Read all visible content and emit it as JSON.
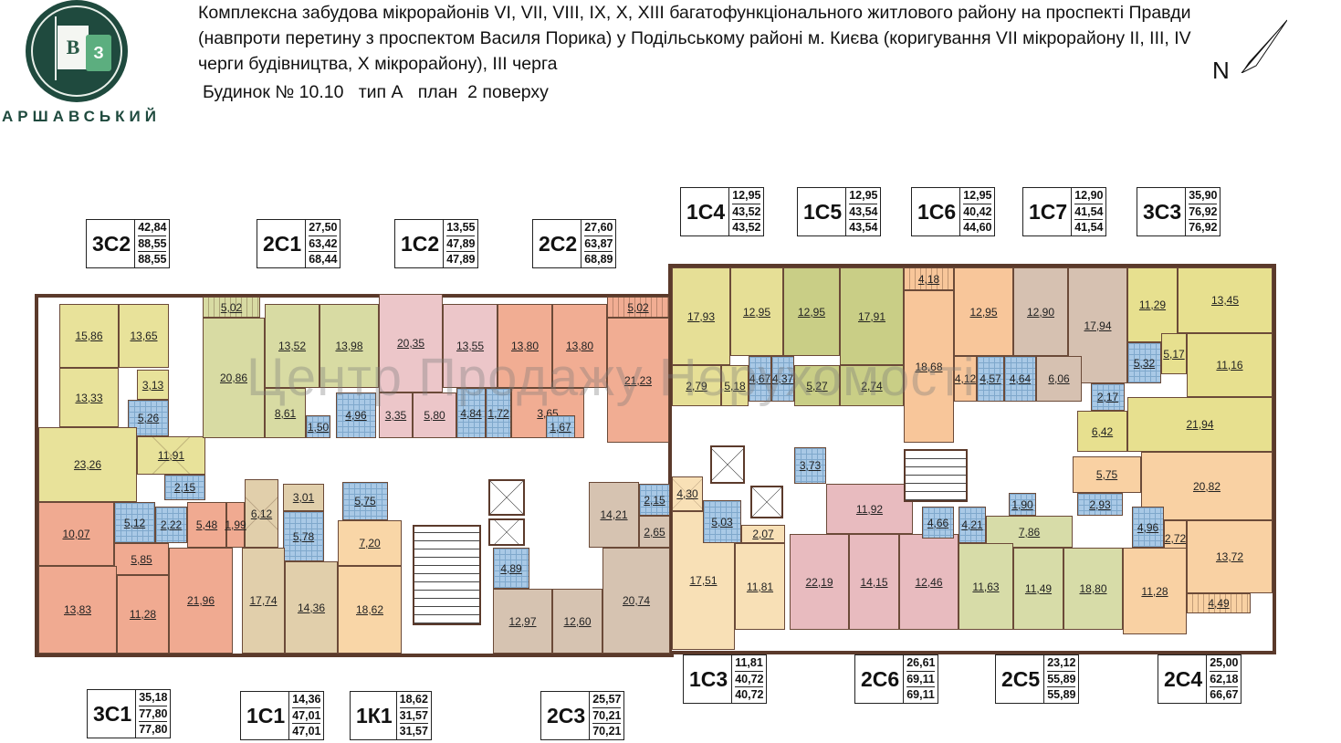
{
  "header": {
    "logo_letters": [
      "В",
      "З"
    ],
    "brand": "АРШАВСЬКИЙ",
    "title": "Комплексна забудова мікрорайонів VI, VII, VIII, IX, X, XIII багатофункціонального житлового району на проспекті Правди (навпроти перетину з проспектом Василя Порика) у Подільському районі м. Києва (коригування VII мікрорайону II, III, IV черги будівництва, X мікрорайону), III черга",
    "subtitle": "Будинок № 10.10   тип А   план  2 поверху",
    "compass_label": "N"
  },
  "watermark": "Центр Продажу Нерухомості",
  "colors": {
    "wall": "#5b3a2b",
    "bathroom": "#a9c9e6"
  },
  "apartments": [
    {
      "code": "3С2",
      "areas": [
        "42,84",
        "88,55",
        "88,55"
      ],
      "color": "#e8e29a",
      "rooms": [
        "15,86",
        "13,65",
        "13,33",
        "3,13",
        "5,26",
        "23,26",
        "11,91",
        "2,15"
      ]
    },
    {
      "code": "2С1",
      "areas": [
        "27,50",
        "63,42",
        "68,44"
      ],
      "color": "#d8dba3",
      "rooms": [
        "5,02",
        "20,86",
        "13,52",
        "13,98",
        "8,61",
        "1,50",
        "4,96"
      ]
    },
    {
      "code": "1С2",
      "areas": [
        "13,55",
        "47,89",
        "47,89"
      ],
      "color": "#ecc6c9",
      "rooms": [
        "20,35",
        "13,55",
        "3,35",
        "5,80",
        "4,84"
      ]
    },
    {
      "code": "2С2",
      "areas": [
        "27,60",
        "63,87",
        "68,89"
      ],
      "color": "#f1ad93",
      "rooms": [
        "13,80",
        "13,80",
        "1,72",
        "3,65",
        "1,67",
        "5,02",
        "21,23"
      ]
    },
    {
      "code": "1С4",
      "areas": [
        "12,95",
        "43,52",
        "43,52"
      ],
      "color": "#e6df96",
      "rooms": [
        "17,93",
        "12,95",
        "2,79",
        "5,18",
        "4,67"
      ]
    },
    {
      "code": "1С5",
      "areas": [
        "12,95",
        "43,54",
        "43,54"
      ],
      "color": "#c9ce86",
      "rooms": [
        "4,37",
        "12,95",
        "17,91",
        "5,27",
        "2,74"
      ]
    },
    {
      "code": "1С6",
      "areas": [
        "12,95",
        "40,42",
        "44,60"
      ],
      "color": "#f8c69a",
      "rooms": [
        "4,18",
        "18,68",
        "12,95",
        "4,12",
        "4,57"
      ]
    },
    {
      "code": "1С7",
      "areas": [
        "12,90",
        "41,54",
        "41,54"
      ],
      "color": "#d6c1b1",
      "rooms": [
        "12,90",
        "17,94",
        "4,64",
        "6,06"
      ]
    },
    {
      "code": "3С3",
      "areas": [
        "35,90",
        "76,92",
        "76,92"
      ],
      "color": "#e7e08f",
      "rooms": [
        "11,29",
        "13,45",
        "5,32",
        "5,17",
        "11,16",
        "2,17",
        "6,42",
        "21,94"
      ]
    },
    {
      "code": "1С3",
      "areas": [
        "11,81",
        "40,72",
        "40,72"
      ],
      "color": "#f8e0b6",
      "rooms": [
        "17,51",
        "4,30",
        "5,03",
        "2,07",
        "11,81"
      ]
    },
    {
      "code": "2С6",
      "areas": [
        "26,61",
        "69,11",
        "69,11"
      ],
      "color": "#e8bbbf",
      "rooms": [
        "3,73",
        "11,92",
        "22,19",
        "14,15",
        "12,46",
        "4,66"
      ]
    },
    {
      "code": "2С5",
      "areas": [
        "23,12",
        "55,89",
        "55,89"
      ],
      "color": "#d7dca8",
      "rooms": [
        "4,21",
        "1,90",
        "7,86",
        "11,63",
        "11,49",
        "18,80"
      ]
    },
    {
      "code": "2С4",
      "areas": [
        "25,00",
        "62,18",
        "66,67"
      ],
      "color": "#f9d1a3",
      "rooms": [
        "5,75",
        "20,82",
        "2,93",
        "4,96",
        "2,72",
        "13,72",
        "11,28",
        "4,49"
      ]
    },
    {
      "code": "1С1",
      "areas": [
        "14,36",
        "47,01",
        "47,01"
      ],
      "color": "#e1cfab",
      "rooms": [
        "6,12",
        "3,01",
        "5,78",
        "17,74",
        "14,36"
      ]
    },
    {
      "code": "1К1",
      "areas": [
        "18,62",
        "31,57",
        "31,57"
      ],
      "color": "#f9d6a7",
      "rooms": [
        "5,75",
        "7,20",
        "18,62"
      ]
    },
    {
      "code": "2С3",
      "areas": [
        "25,57",
        "70,21",
        "70,21"
      ],
      "color": "#d6c3b1",
      "rooms": [
        "4,89",
        "14,21",
        "2,15",
        "2,65",
        "12,97",
        "12,60",
        "20,74"
      ]
    },
    {
      "code": "3С1",
      "areas": [
        "35,18",
        "77,80",
        "77,80"
      ],
      "color": "#f0aa91",
      "rooms": [
        "10,07",
        "5,12",
        "2,22",
        "5,48",
        "1,99",
        "5,85",
        "13,83",
        "11,28",
        "21,96"
      ]
    }
  ]
}
